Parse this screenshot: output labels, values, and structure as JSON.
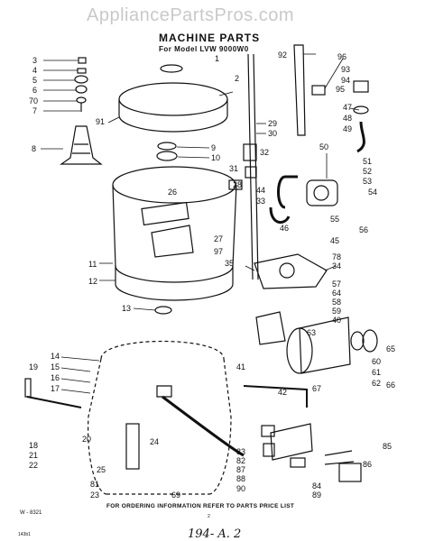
{
  "watermark": "AppliancePartsPros.com",
  "title": "MACHINE PARTS",
  "subtitle": "For Model LVW 9000W0",
  "doc_code": "W - 8321",
  "page_mark": "2",
  "ordering_note": "FOR ORDERING INFORMATION REFER TO PARTS PRICE LIST",
  "side_code": "143b1",
  "handwritten_note": "194- A. 2",
  "callouts": [
    "3",
    "4",
    "5",
    "6",
    "70",
    "7",
    "8",
    "1",
    "2",
    "91",
    "9",
    "10",
    "26",
    "27",
    "97",
    "11",
    "12",
    "13",
    "14",
    "15",
    "16",
    "17",
    "18",
    "19",
    "20",
    "21",
    "22",
    "24",
    "25",
    "81",
    "23",
    "69",
    "28",
    "29",
    "30",
    "31",
    "32",
    "33",
    "44",
    "92",
    "93",
    "94",
    "95",
    "96",
    "47",
    "48",
    "49",
    "50",
    "51",
    "52",
    "53",
    "54",
    "55",
    "56",
    "45",
    "46",
    "35",
    "78",
    "34",
    "57",
    "64",
    "58",
    "59",
    "40",
    "63",
    "65",
    "60",
    "61",
    "62",
    "66",
    "41",
    "42",
    "67",
    "83",
    "82",
    "87",
    "88",
    "90",
    "89",
    "84",
    "86",
    "85"
  ]
}
